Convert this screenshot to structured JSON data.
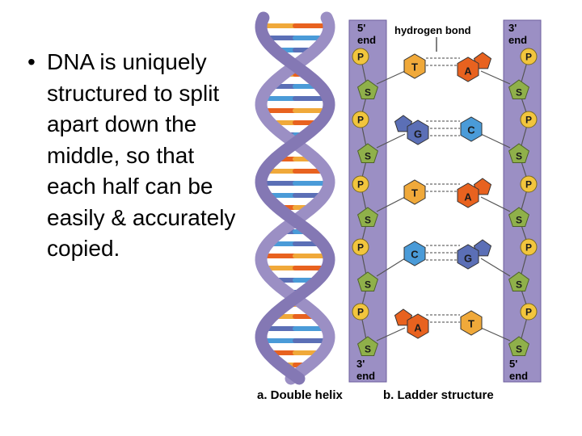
{
  "bullet": {
    "marker": "•",
    "text": "DNA is uniquely structured to split apart down the middle, so that each half can be easily & accurately copied."
  },
  "figure": {
    "caption_a": "a. Double helix",
    "caption_b": "b. Ladder structure",
    "hydrogen_bond_label": "hydrogen bond",
    "left_strand": {
      "top_label": [
        "5'",
        "end"
      ],
      "bottom_label": [
        "3'",
        "end"
      ]
    },
    "right_strand": {
      "top_label": [
        "3'",
        "end"
      ],
      "bottom_label": [
        "5'",
        "end"
      ]
    },
    "phosphate": "P",
    "sugar": "S",
    "base_pairs": [
      {
        "left": "T",
        "right": "A"
      },
      {
        "left": "G",
        "right": "C"
      },
      {
        "left": "T",
        "right": "A"
      },
      {
        "left": "C",
        "right": "G"
      },
      {
        "left": "A",
        "right": "T"
      }
    ],
    "colors": {
      "backbone": "#9b8fc4",
      "backbone_edge": "#6c5f9e",
      "phosphate": "#f2c53d",
      "sugar": "#8fb04a",
      "A": "#e8621f",
      "T": "#f0a93a",
      "G": "#5b6fb6",
      "C": "#4a9bd8"
    }
  }
}
